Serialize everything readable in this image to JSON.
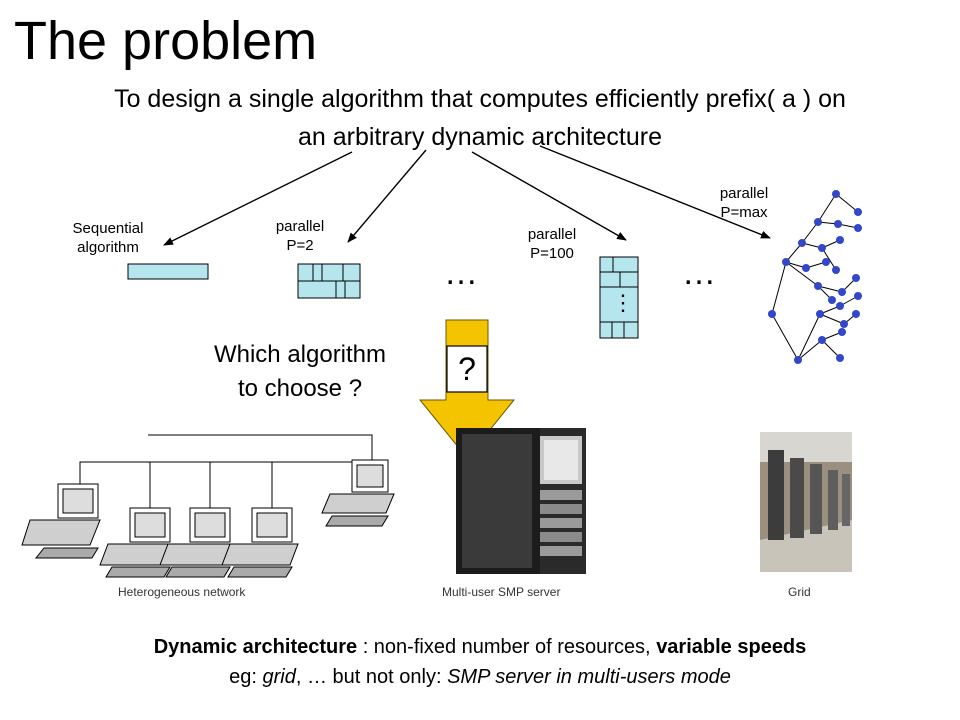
{
  "title": "The problem",
  "subtitle": {
    "line1": "To design a single algorithm that computes efficiently prefix( a ) on",
    "line2": "an arbitrary dynamic architecture"
  },
  "diagram": {
    "sequential": {
      "line1": "Sequential",
      "line2": "algorithm"
    },
    "parallel2": {
      "line1": "parallel",
      "line2": "P=2"
    },
    "parallel100": {
      "line1": "parallel",
      "line2": "P=100"
    },
    "parallelmax": {
      "line1": "parallel",
      "line2": "P=max"
    },
    "ellipsis": "…",
    "column_dots": "⋮",
    "question_mark": "?",
    "question": {
      "line1": "Which algorithm",
      "line2": "to choose ?"
    },
    "arrow_color": "#f5c400",
    "block_color": "#b5e6ee",
    "tree_node_color": "#3347c7"
  },
  "captions": {
    "network": "Heterogeneous network",
    "smp": "Multi-user SMP server",
    "grid": "Grid"
  },
  "footer": {
    "l1_bold1": "Dynamic architecture",
    "l1_text": " : non-fixed number of resources, ",
    "l1_bold2": "variable speeds",
    "l2_text1": "eg: ",
    "l2_it1": "grid",
    "l2_text2": ", …  but not only: ",
    "l2_it2": "SMP server in multi-users mode"
  }
}
